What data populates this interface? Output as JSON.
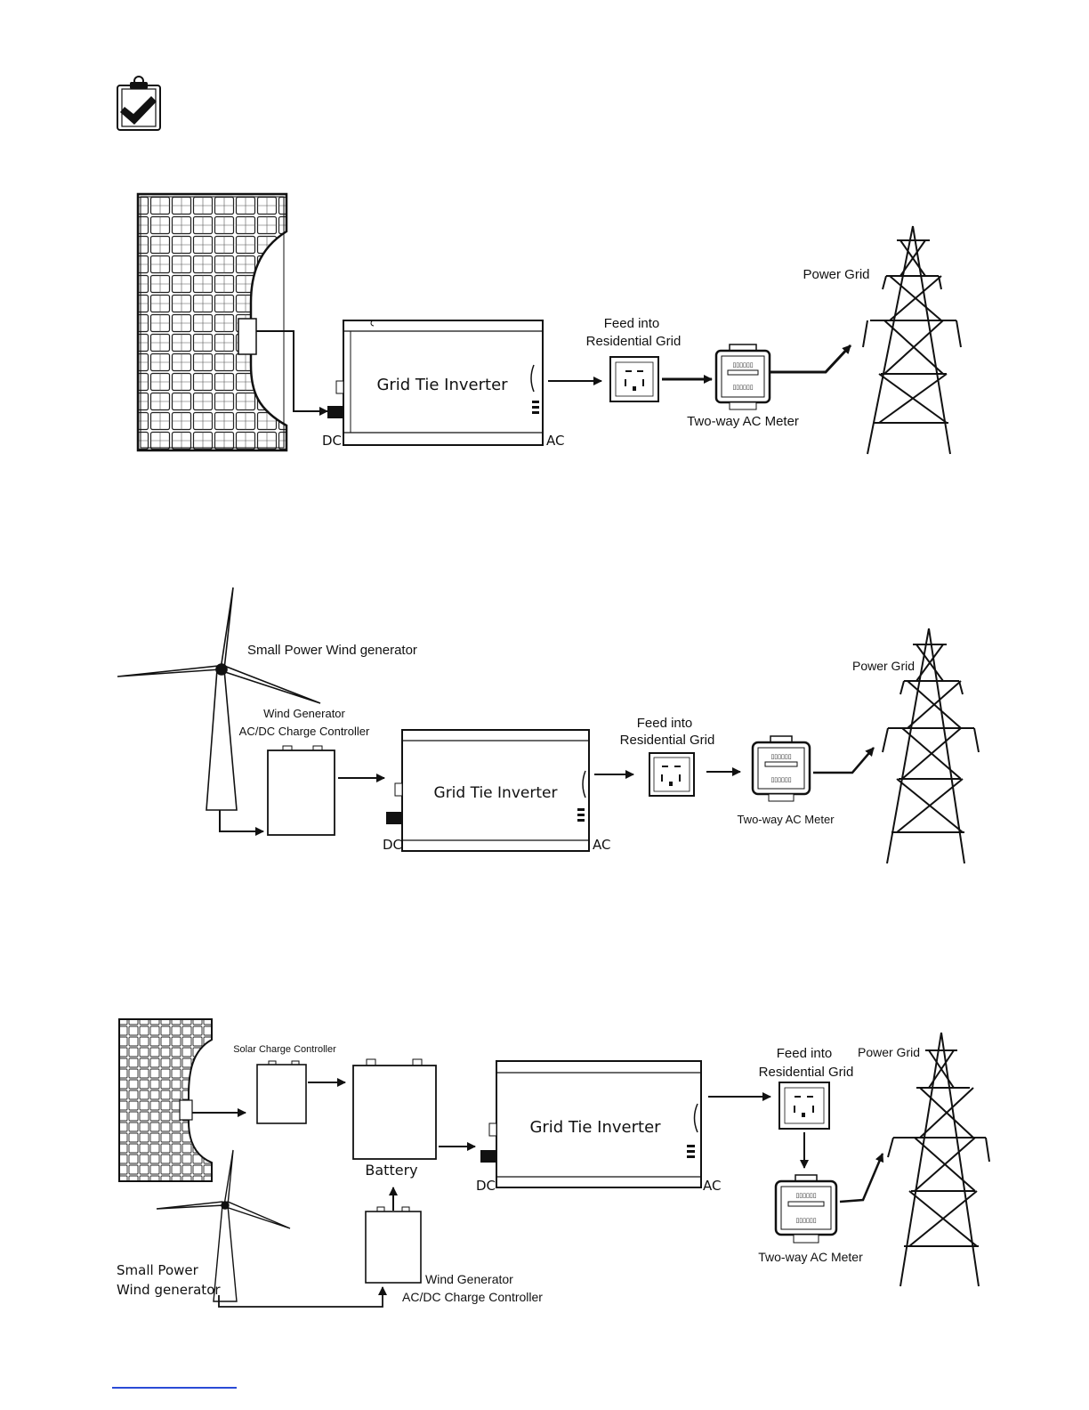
{
  "header": {
    "icon": "clipboard-check-icon"
  },
  "colors": {
    "ink": "#111111",
    "rule": "#2a4bd6"
  },
  "diagrams": [
    {
      "source": "solar",
      "inverter_label": "Grid Tie Inverter",
      "dc_label": "DC",
      "ac_label": "AC",
      "feed_label_1": "Feed into",
      "feed_label_2": "Residential Grid",
      "meter_label": "Two-way AC Meter",
      "grid_label": "Power Grid"
    },
    {
      "source": "wind",
      "wind_label": "Small Power Wind generator",
      "controller_label_1": "Wind Generator",
      "controller_label_2": "AC/DC Charge Controller",
      "inverter_label": "Grid Tie Inverter",
      "dc_label": "DC",
      "ac_label": "AC",
      "feed_label_1": "Feed into",
      "feed_label_2": "Residential Grid",
      "meter_label": "Two-way AC Meter",
      "grid_label": "Power Grid"
    },
    {
      "source": "hybrid",
      "solar_controller_label": "Solar Charge Controller",
      "battery_label": "Battery",
      "wind_label_1": "Small Power",
      "wind_label_2": "Wind generator",
      "controller_label_1": "Wind Generator",
      "controller_label_2": "AC/DC Charge Controller",
      "inverter_label": "Grid Tie Inverter",
      "dc_label": "DC",
      "ac_label": "AC",
      "feed_label_1": "Feed into",
      "feed_label_2": "Residential Grid",
      "meter_label": "Two-way AC Meter",
      "grid_label": "Power Grid"
    }
  ]
}
